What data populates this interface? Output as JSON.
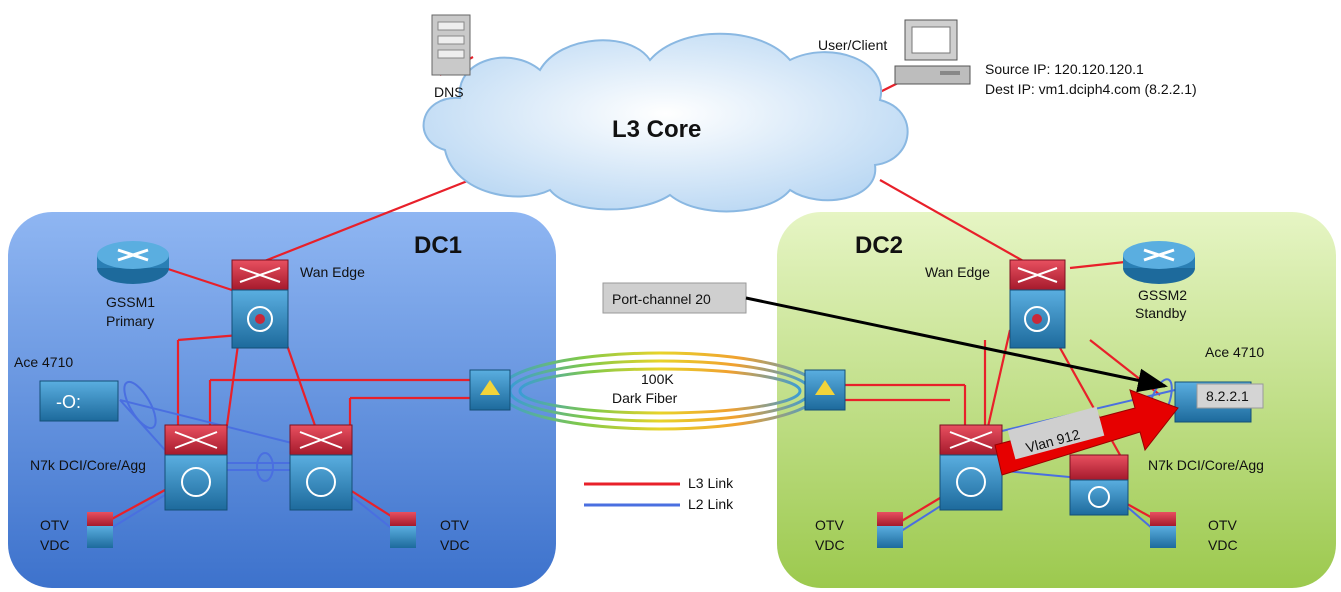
{
  "core": {
    "label": "L3 Core"
  },
  "dns": {
    "label": "DNS"
  },
  "client": {
    "label": "User/Client",
    "source_ip": "Source IP: 120.120.120.1",
    "dest_ip": "Dest IP: vm1.dciph4.com (8.2.2.1)"
  },
  "dc1": {
    "label": "DC1",
    "wan_edge": "Wan Edge",
    "gssm_line1": "GSSM1",
    "gssm_line2": "Primary",
    "ace": "Ace 4710",
    "n7k": "N7k DCI/Core/Agg",
    "otv_left_1": "OTV",
    "otv_left_2": "VDC",
    "otv_right_1": "OTV",
    "otv_right_2": "VDC"
  },
  "dc2": {
    "label": "DC2",
    "wan_edge": "Wan Edge",
    "gssm_line1": "GSSM2",
    "gssm_line2": "Standby",
    "ace": "Ace 4710",
    "ace_ip": "8.2.2.1",
    "n7k": "N7k DCI/Core/Agg",
    "otv_left_1": "OTV",
    "otv_left_2": "VDC",
    "otv_right_1": "OTV",
    "otv_right_2": "VDC"
  },
  "port_channel": "Port-channel 20",
  "fiber_line1": "100K",
  "fiber_line2": "Dark Fiber",
  "vlan": "Vlan 912",
  "legend": {
    "l3": "L3 Link",
    "l2": "L2 Link"
  },
  "colors": {
    "l3_link": "#e8202a",
    "l2_link": "#4a6fe0",
    "dc1_fill": "#6f9fe8",
    "dc2_fill": "#c8e68a",
    "cloud": "#d6e9fa",
    "device_blue": "#2a7fb5",
    "device_red": "#c8283a"
  }
}
